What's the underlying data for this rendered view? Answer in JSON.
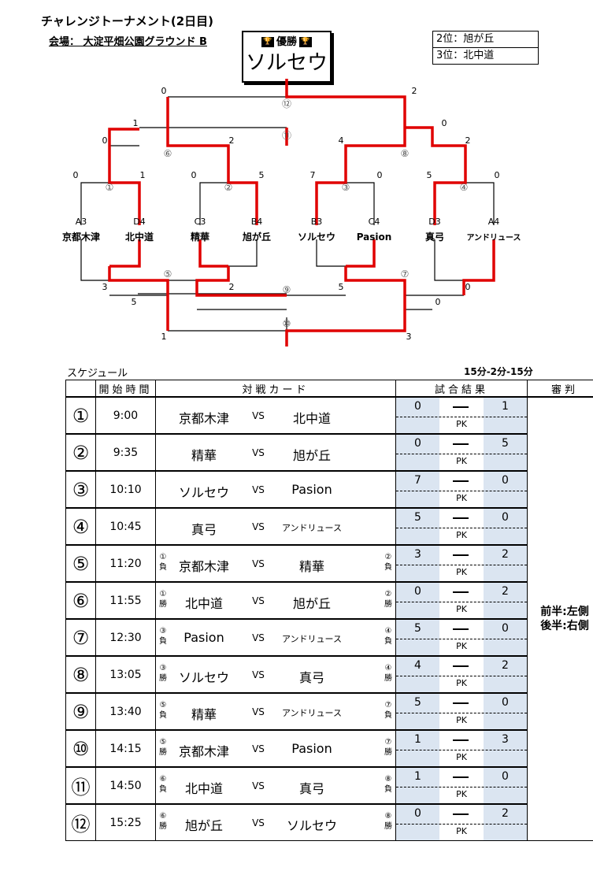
{
  "header": {
    "title": "チャレンジトーナメント(2日目)",
    "venue": "会場：  大淀平畑公園グラウンド B",
    "champion_label": "優勝",
    "champion_icon": "trophy-icon",
    "champion": "ソルセウ",
    "second": "2位：旭が丘",
    "third": "3位：北中道"
  },
  "bracket": {
    "codes": [
      "A3",
      "D4",
      "C3",
      "B4",
      "B3",
      "C4",
      "D3",
      "A4"
    ],
    "teams": [
      "京都木津",
      "北中道",
      "精華",
      "旭が丘",
      "ソルセウ",
      "Pasion",
      "真弓",
      "アンドリュース"
    ],
    "match_marks": [
      "①",
      "②",
      "③",
      "④",
      "⑤",
      "⑥",
      "⑦",
      "⑧",
      "⑨",
      "⑩",
      "⑪",
      "⑫"
    ],
    "upper_scores": {
      "m1": [
        "0",
        "1"
      ],
      "m2": [
        "0",
        "5"
      ],
      "m3": [
        "7",
        "0"
      ],
      "m4": [
        "5",
        "0"
      ],
      "m6": [
        "0",
        "2"
      ],
      "m8": [
        "4",
        "2"
      ],
      "m11": [
        "1",
        "0"
      ],
      "m12": [
        "0",
        "2"
      ]
    },
    "lower_scores": {
      "m5": [
        "3",
        "2"
      ],
      "m7": [
        "5",
        "0"
      ],
      "m9": [
        "5",
        "0"
      ],
      "m10": [
        "1",
        "3"
      ]
    }
  },
  "schedule": {
    "label": "スケジュール",
    "timing": "15分-2分-15分",
    "headers": {
      "time": "開始時間",
      "card": "対戦カード",
      "result": "試合結果",
      "referee": "審判"
    },
    "vs": "VS",
    "dash": "—",
    "pk": "PK",
    "referee_note_1": "前半:左側",
    "referee_note_2": "後半:右側",
    "rows": [
      {
        "no": "①",
        "time": "9:00",
        "p1": "",
        "t1": "京都木津",
        "p2": "",
        "t2": "北中道",
        "s1": "0",
        "s2": "1"
      },
      {
        "no": "②",
        "time": "9:35",
        "p1": "",
        "t1": "精華",
        "p2": "",
        "t2": "旭が丘",
        "s1": "0",
        "s2": "5"
      },
      {
        "no": "③",
        "time": "10:10",
        "p1": "",
        "t1": "ソルセウ",
        "p2": "",
        "t2": "Pasion",
        "s1": "7",
        "s2": "0"
      },
      {
        "no": "④",
        "time": "10:45",
        "p1": "",
        "t1": "真弓",
        "p2": "",
        "t2": "アンドリュース",
        "s1": "5",
        "s2": "0"
      },
      {
        "no": "⑤",
        "time": "11:20",
        "p1": "① 負",
        "t1": "京都木津",
        "p2": "② 負",
        "t2": "精華",
        "s1": "3",
        "s2": "2"
      },
      {
        "no": "⑥",
        "time": "11:55",
        "p1": "① 勝",
        "t1": "北中道",
        "p2": "② 勝",
        "t2": "旭が丘",
        "s1": "0",
        "s2": "2"
      },
      {
        "no": "⑦",
        "time": "12:30",
        "p1": "③ 負",
        "t1": "Pasion",
        "p2": "④ 負",
        "t2": "アンドリュース",
        "s1": "5",
        "s2": "0"
      },
      {
        "no": "⑧",
        "time": "13:05",
        "p1": "③ 勝",
        "t1": "ソルセウ",
        "p2": "④ 勝",
        "t2": "真弓",
        "s1": "4",
        "s2": "2"
      },
      {
        "no": "⑨",
        "time": "13:40",
        "p1": "⑤ 負",
        "t1": "精華",
        "p2": "⑦ 負",
        "t2": "アンドリュース",
        "s1": "5",
        "s2": "0"
      },
      {
        "no": "⑩",
        "time": "14:15",
        "p1": "⑤ 勝",
        "t1": "京都木津",
        "p2": "⑦ 勝",
        "t2": "Pasion",
        "s1": "1",
        "s2": "3"
      },
      {
        "no": "⑪",
        "time": "14:50",
        "p1": "⑥ 負",
        "t1": "北中道",
        "p2": "⑧ 負",
        "t2": "真弓",
        "s1": "1",
        "s2": "0"
      },
      {
        "no": "⑫",
        "time": "15:25",
        "p1": "⑥ 勝",
        "t1": "旭が丘",
        "p2": "⑧ 勝",
        "t2": "ソルセウ",
        "s1": "0",
        "s2": "2"
      }
    ]
  }
}
